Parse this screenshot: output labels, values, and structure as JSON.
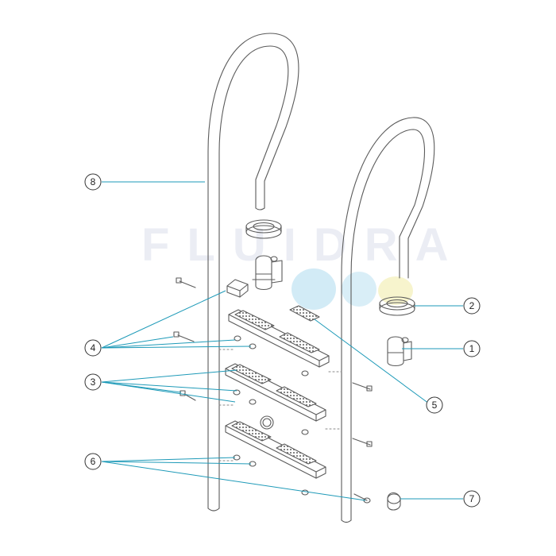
{
  "watermark": {
    "text": "FLUIDRA",
    "colors": {
      "text": "#4a5aa0",
      "blob_blue": "#bfe3f2",
      "blob_yellow": "#f4efb8"
    }
  },
  "colors": {
    "line": "#5b5b5b",
    "leader": "#1e9ab8",
    "tread_pattern": "#777777"
  },
  "callouts": [
    {
      "id": "callout-8",
      "label": "8"
    },
    {
      "id": "callout-2",
      "label": "2"
    },
    {
      "id": "callout-1",
      "label": "1"
    },
    {
      "id": "callout-4",
      "label": "4"
    },
    {
      "id": "callout-5",
      "label": "5"
    },
    {
      "id": "callout-3",
      "label": "3"
    },
    {
      "id": "callout-6",
      "label": "6"
    },
    {
      "id": "callout-7",
      "label": "7"
    }
  ]
}
